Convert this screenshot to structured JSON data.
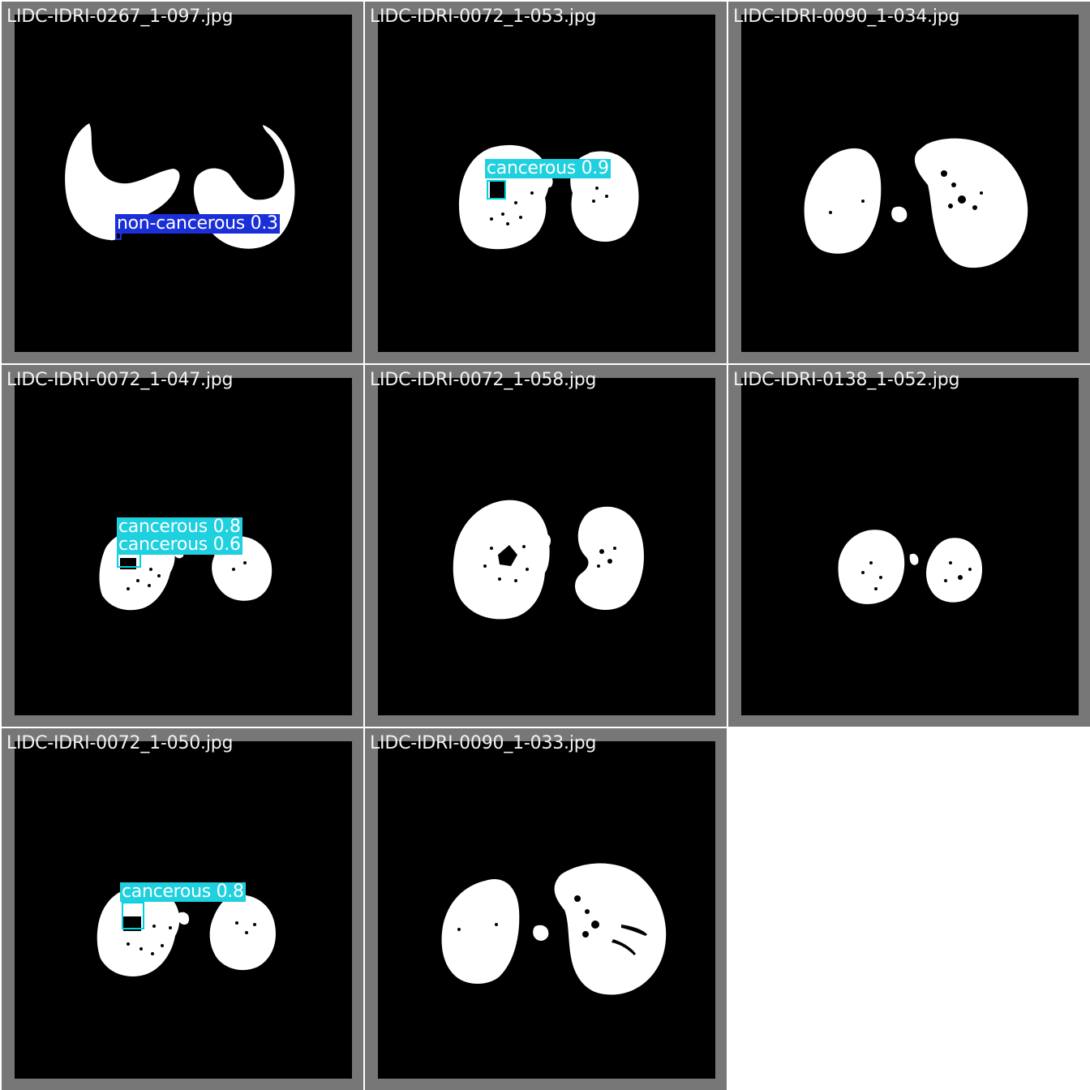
{
  "colors": {
    "tile_frame": "#777777",
    "scan_background": "#000000",
    "lung": "#ffffff",
    "cancerous": "#1fd0df",
    "non_cancerous": "#1b2fd8",
    "filename_text": "#f2f2f2"
  },
  "tiles": [
    {
      "filename": "LIDC-IDRI-0267_1-097.jpg",
      "detections": [
        {
          "label": "non-cancerous 0.3",
          "class": "non-cancerous",
          "confidence": 0.3
        }
      ]
    },
    {
      "filename": "LIDC-IDRI-0072_1-053.jpg",
      "detections": [
        {
          "label": "cancerous 0.9",
          "class": "cancerous",
          "confidence": 0.9
        }
      ]
    },
    {
      "filename": "LIDC-IDRI-0090_1-034.jpg",
      "detections": []
    },
    {
      "filename": "LIDC-IDRI-0072_1-047.jpg",
      "detections": [
        {
          "label": "cancerous 0.8",
          "class": "cancerous",
          "confidence": 0.8
        },
        {
          "label": "cancerous 0.6",
          "class": "cancerous",
          "confidence": 0.6
        }
      ]
    },
    {
      "filename": "LIDC-IDRI-0072_1-058.jpg",
      "detections": []
    },
    {
      "filename": "LIDC-IDRI-0138_1-052.jpg",
      "detections": []
    },
    {
      "filename": "LIDC-IDRI-0072_1-050.jpg",
      "detections": [
        {
          "label": "cancerous 0.8",
          "class": "cancerous",
          "confidence": 0.8
        }
      ]
    },
    {
      "filename": "LIDC-IDRI-0090_1-033.jpg",
      "detections": []
    }
  ]
}
